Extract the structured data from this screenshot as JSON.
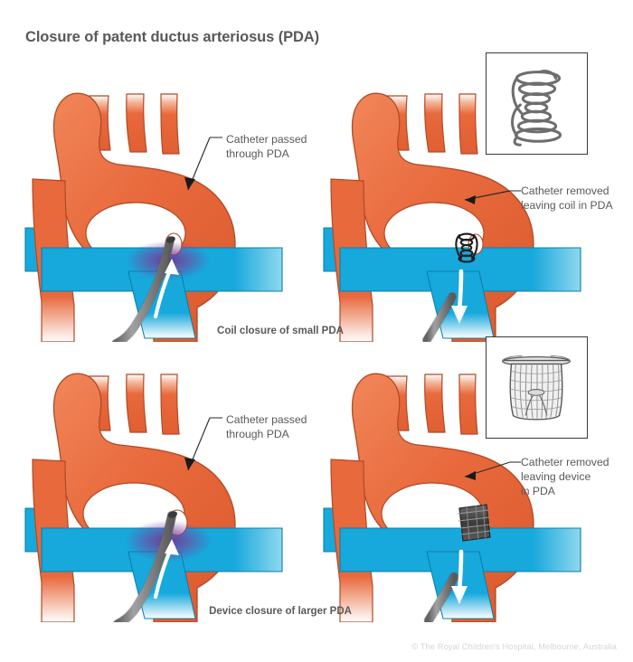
{
  "title": "Closure of patent ductus arteriosus (PDA)",
  "copyright": "© The Royal Children's Hospital, Melbourne, Australia",
  "panels": [
    {
      "id": "top-left",
      "stage": "before",
      "procedure": "coil",
      "annotation_line1": "Catheter passed",
      "annotation_line2": "through PDA",
      "caption": ""
    },
    {
      "id": "top-right",
      "stage": "after",
      "procedure": "coil",
      "annotation_line1": "Catheter removed",
      "annotation_line2": "leaving coil in PDA",
      "caption": ""
    },
    {
      "id": "bottom-left",
      "stage": "before",
      "procedure": "device",
      "annotation_line1": "Catheter passed",
      "annotation_line2": "through PDA",
      "caption": ""
    },
    {
      "id": "bottom-right",
      "stage": "after",
      "procedure": "device",
      "annotation_line1": "Catheter removed",
      "annotation_line2": "leaving device",
      "annotation_line3": "in PDA",
      "caption": ""
    }
  ],
  "captions": {
    "coil_row": "Coil closure of small PDA",
    "device_row": "Device closure of larger PDA"
  },
  "insets": {
    "coil": {
      "name": "coil-occluder-diagram"
    },
    "device": {
      "name": "mesh-occluder-device-diagram"
    }
  },
  "colors": {
    "aorta_orange": "#E8693C",
    "aorta_orange_light": "#EF8A5E",
    "pulmonary_blue": "#16A8DC",
    "pulmonary_blue_light": "#58C4E8",
    "shunt_purple": "#7B3F98",
    "catheter_grey": "#8C8C8C",
    "catheter_grey_dark": "#6E6E6E",
    "outline": "#8A3B22",
    "text_grey": "#58595b",
    "copyright_grey": "#d6d6d6",
    "background": "#FFFFFF"
  },
  "anatomy_labels": {
    "aorta": "aorta",
    "pulmonary_artery": "pulmonary artery",
    "branch_vessels": "head and neck vessels",
    "pda": "patent ductus arteriosus",
    "flow_arrow": "blood flow direction arrow"
  }
}
